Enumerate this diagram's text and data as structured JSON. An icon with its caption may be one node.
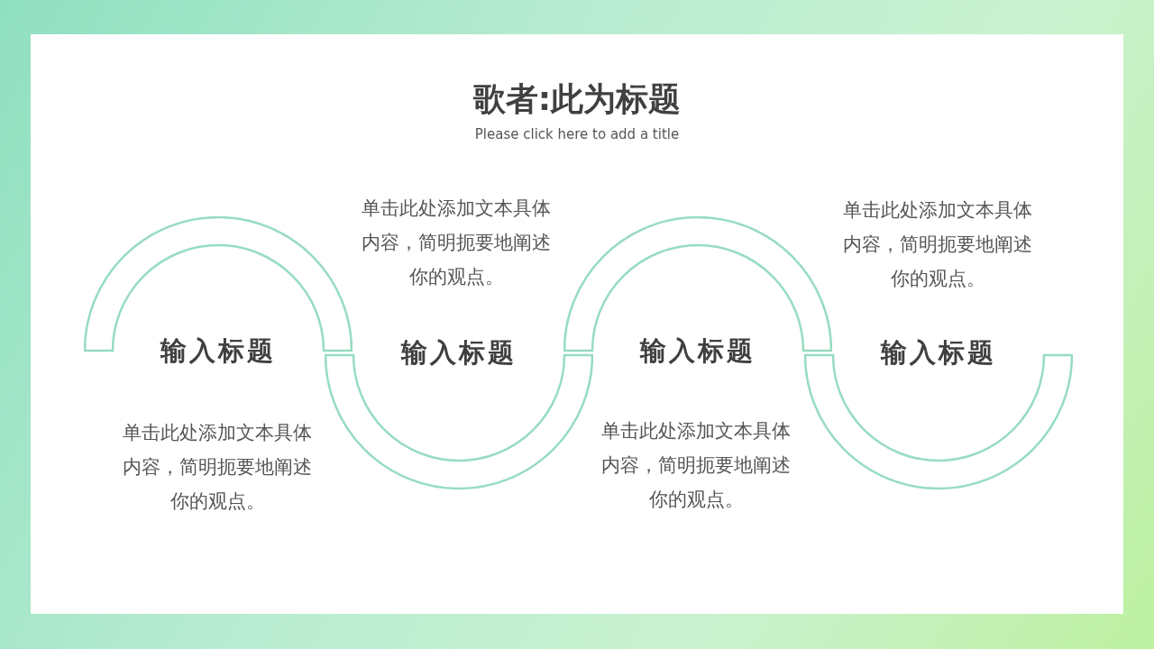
{
  "diagram": {
    "title": "歌者:此为标题",
    "labels": [
      "Please click here to add a title",
      "单击此处添加文本具体内容，简明扼要地阐述你的观点。",
      "单击此处添加文本具体内容，简明扼要地阐述你的观点。",
      "单击此处添加文本具体内容，简明扼要地阐述你的观点。",
      "单击此处添加文本具体内容，简明扼要地阐述你的观点。"
    ],
    "nodes": [
      {
        "text": [
          "输入标题"
        ]
      },
      {
        "text": [
          "输入标题"
        ]
      },
      {
        "text": [
          "输入标题"
        ]
      },
      {
        "text": [
          "输入标题"
        ]
      }
    ]
  }
}
